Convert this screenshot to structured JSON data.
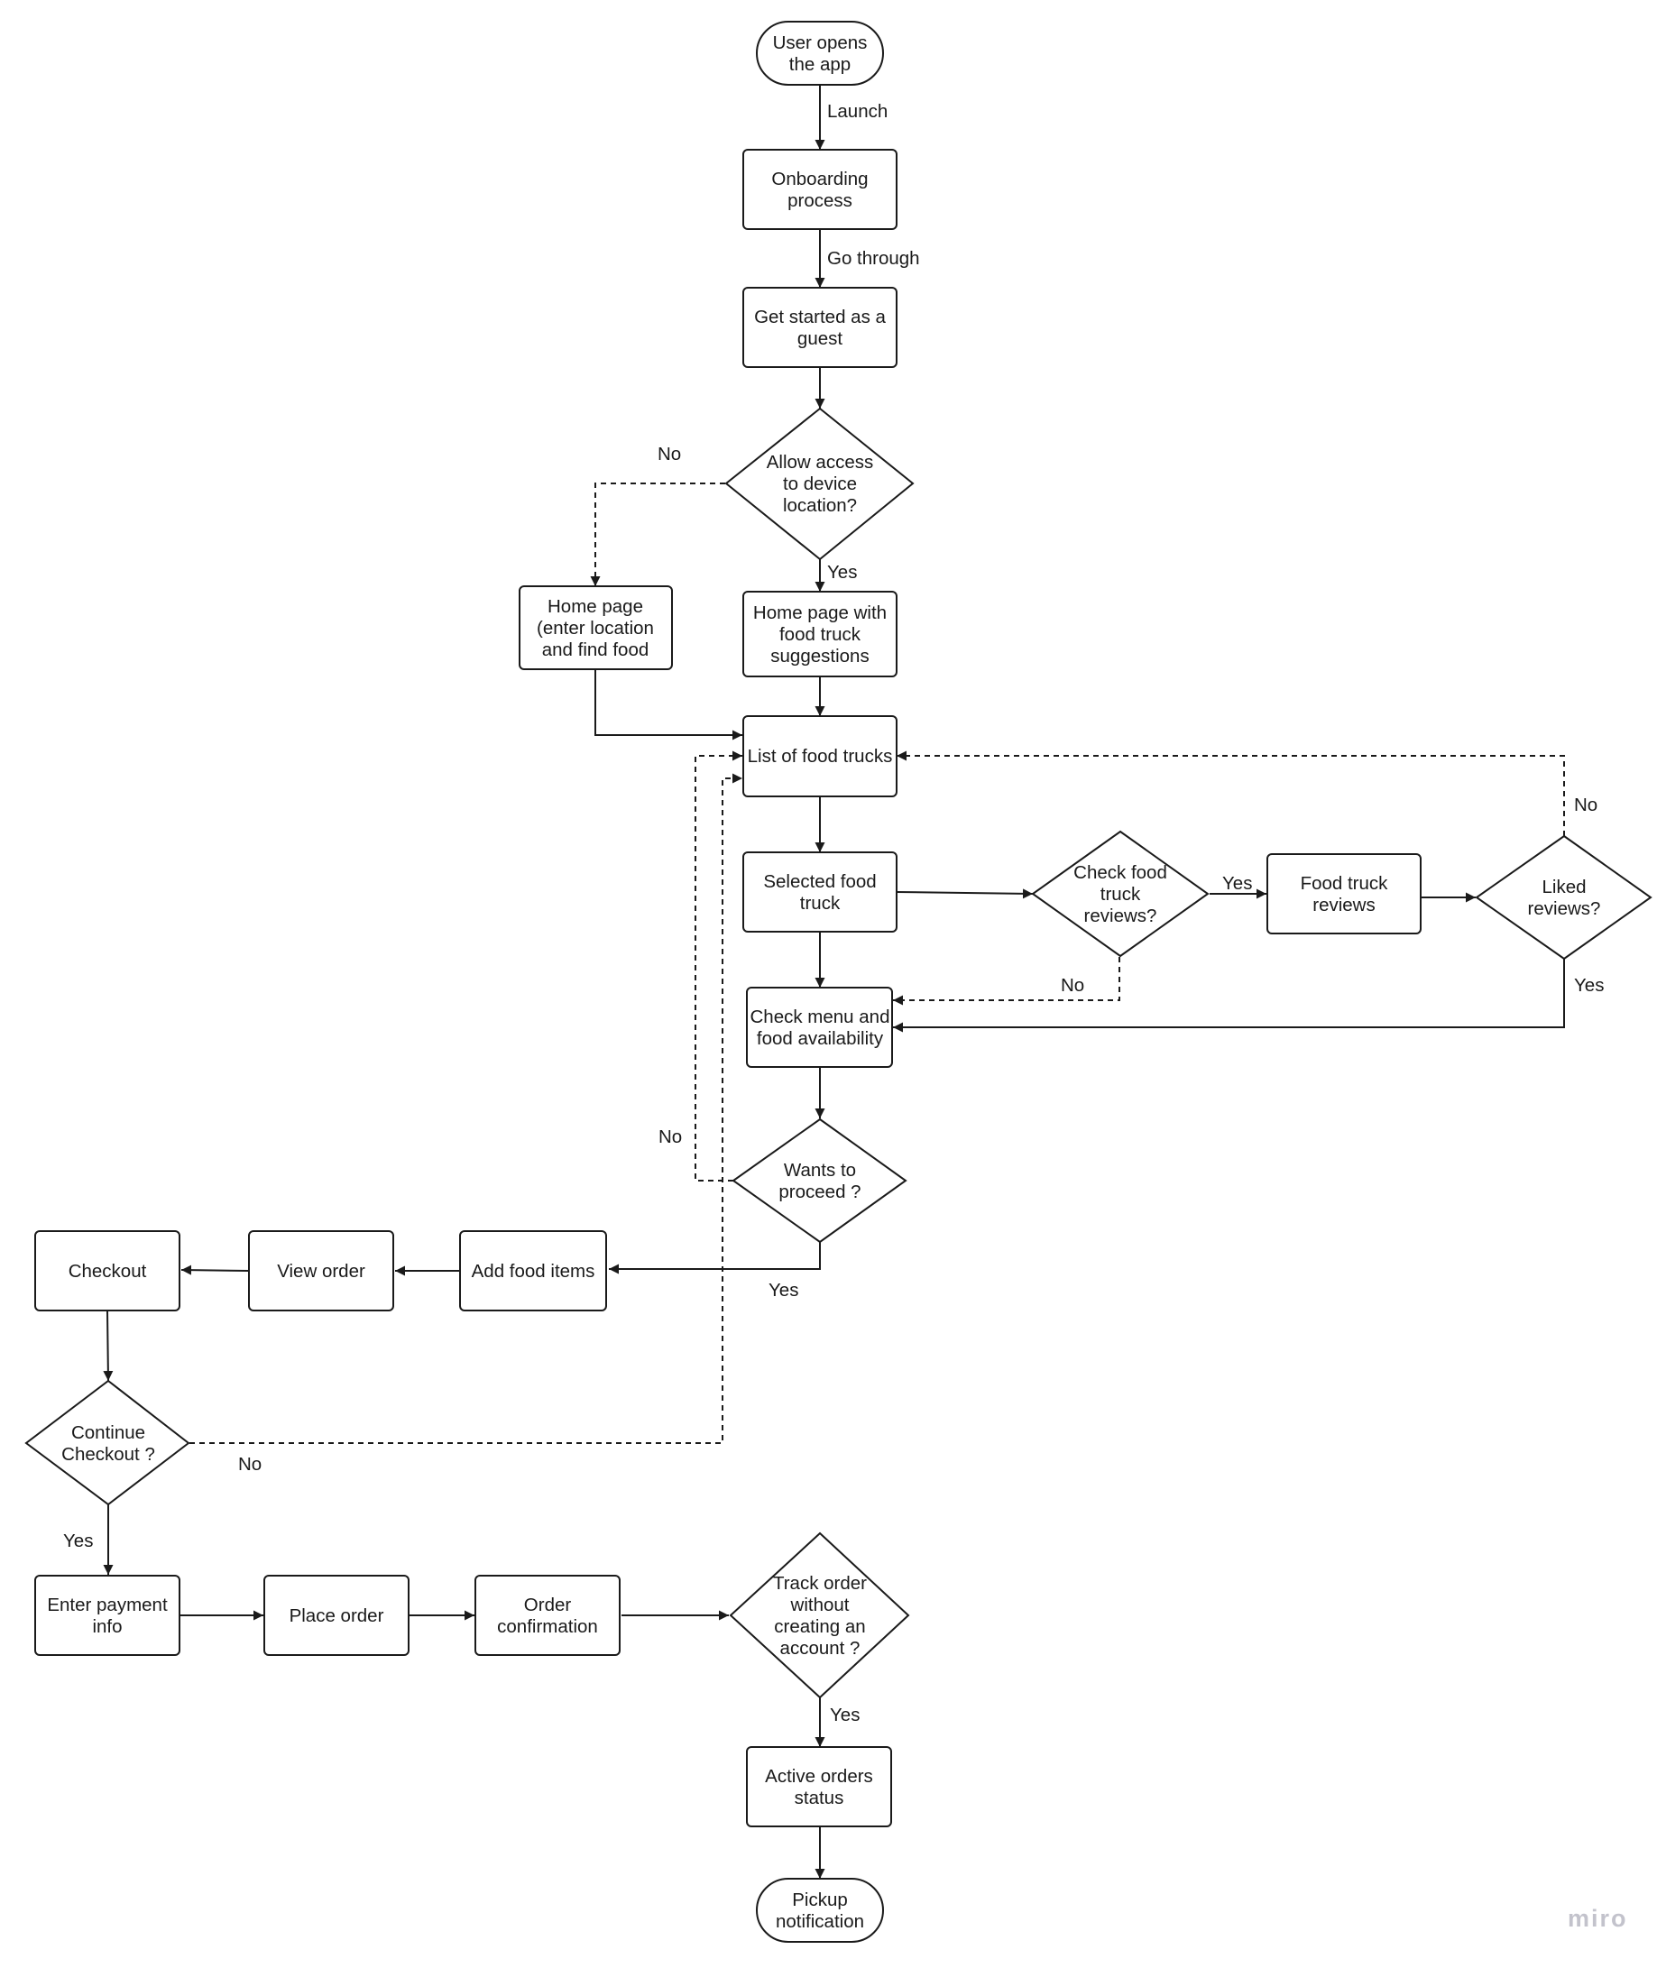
{
  "nodes": {
    "start": {
      "lines": [
        "User opens",
        "the app"
      ]
    },
    "onboarding": {
      "lines": [
        "Onboarding",
        "process"
      ]
    },
    "guest": {
      "lines": [
        "Get started as a",
        "guest"
      ]
    },
    "allow_location": {
      "lines": [
        "Allow access",
        "to device",
        "location?"
      ]
    },
    "home_manual": {
      "lines": [
        "Home page",
        "(enter location",
        "and find food"
      ]
    },
    "home_suggest": {
      "lines": [
        "Home page with",
        "food truck",
        "suggestions"
      ]
    },
    "list_trucks": {
      "lines": [
        "List of food trucks"
      ]
    },
    "selected_truck": {
      "lines": [
        "Selected food",
        "truck"
      ]
    },
    "check_reviews": {
      "lines": [
        "Check food",
        "truck",
        "reviews?"
      ]
    },
    "truck_reviews": {
      "lines": [
        "Food truck",
        "reviews"
      ]
    },
    "liked_reviews": {
      "lines": [
        "Liked",
        "reviews?"
      ]
    },
    "check_menu": {
      "lines": [
        "Check menu and",
        "food availability"
      ]
    },
    "wants_proceed": {
      "lines": [
        "Wants to",
        "proceed ?"
      ]
    },
    "add_items": {
      "lines": [
        "Add food items"
      ]
    },
    "view_order": {
      "lines": [
        "View order"
      ]
    },
    "checkout": {
      "lines": [
        "Checkout"
      ]
    },
    "continue_checkout": {
      "lines": [
        "Continue",
        "Checkout ?"
      ]
    },
    "payment": {
      "lines": [
        "Enter payment",
        "info"
      ]
    },
    "place_order": {
      "lines": [
        "Place order"
      ]
    },
    "confirmation": {
      "lines": [
        "Order",
        "confirmation"
      ]
    },
    "track_order": {
      "lines": [
        "Track order",
        "without",
        "creating an",
        "account ?"
      ]
    },
    "active_orders": {
      "lines": [
        "Active orders",
        "status"
      ]
    },
    "pickup": {
      "lines": [
        "Pickup",
        "notification"
      ]
    }
  },
  "edge_labels": {
    "launch": "Launch",
    "go_through": "Go through",
    "location_no": "No",
    "location_yes": "Yes",
    "reviews_yes": "Yes",
    "reviews_no": "No",
    "liked_no": "No",
    "liked_yes": "Yes",
    "proceed_no": "No",
    "proceed_yes": "Yes",
    "checkout_no": "No",
    "checkout_yes": "Yes",
    "track_yes": "Yes"
  },
  "watermark": "miro"
}
